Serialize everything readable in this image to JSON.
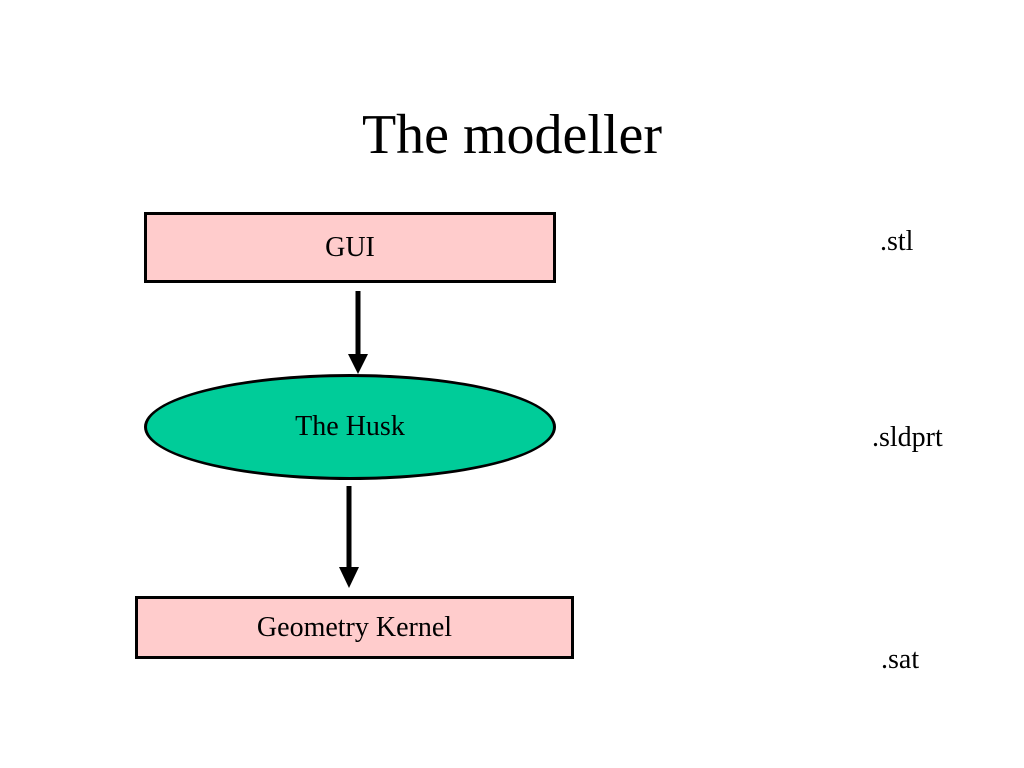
{
  "title": "The modeller",
  "nodes": {
    "gui": "GUI",
    "husk": "The Husk",
    "kernel": "Geometry Kernel"
  },
  "file_types": [
    ".stl",
    ".sldprt",
    ".sat"
  ],
  "colors": {
    "box_fill": "#ffcccc",
    "ellipse_fill": "#00cc99",
    "stroke": "#000000"
  }
}
